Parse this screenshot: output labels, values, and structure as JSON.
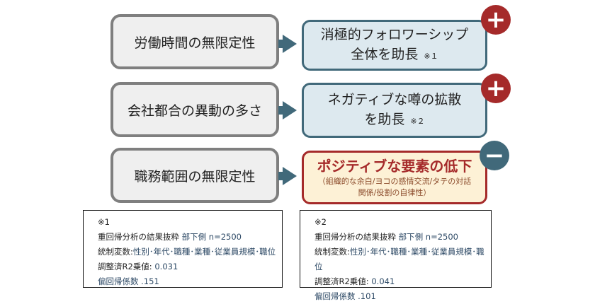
{
  "causes": [
    "労働時間の無限定性",
    "会社都合の異動の多さ",
    "職務範囲の無限定性"
  ],
  "effects": [
    {
      "line1": "消極的フォロワーシップ",
      "line2": "全体を助長",
      "note": "※１",
      "sign": "+"
    },
    {
      "line1": "ネガティブな噂の拡散",
      "line2": "を助長",
      "note": "※２",
      "sign": "+"
    },
    {
      "title": "ポジティブな要素の低下",
      "sub1": "（組織的な余白/ヨコの感情交流/タテの対話",
      "sub2": "関係/役割の自律性）",
      "sign": "−"
    }
  ],
  "notes": [
    {
      "mark": "※1",
      "l1a": "重回帰分析の結果抜粋",
      "l1b": "部下側  n=2500",
      "l2a": "統制変数:",
      "l2b": "性別･年代･職種･業種･従業員規模･職位",
      "l3a": "調整済R2乗値:",
      "l3b": "0.031",
      "l4": "偏回帰係数 .151"
    },
    {
      "mark": "※2",
      "l1a": "重回帰分析の結果抜粋",
      "l1b": "部下側  n=2500",
      "l2a": "統制変数:",
      "l2b": "性別･年代･職種･業種･従業員規模･職位",
      "l3a": "調整済R2乗値:",
      "l3b": "0.041",
      "l4": "偏回帰係数 .101"
    }
  ],
  "colors": {
    "plus": "#a52a2a",
    "minus": "#41697a"
  }
}
